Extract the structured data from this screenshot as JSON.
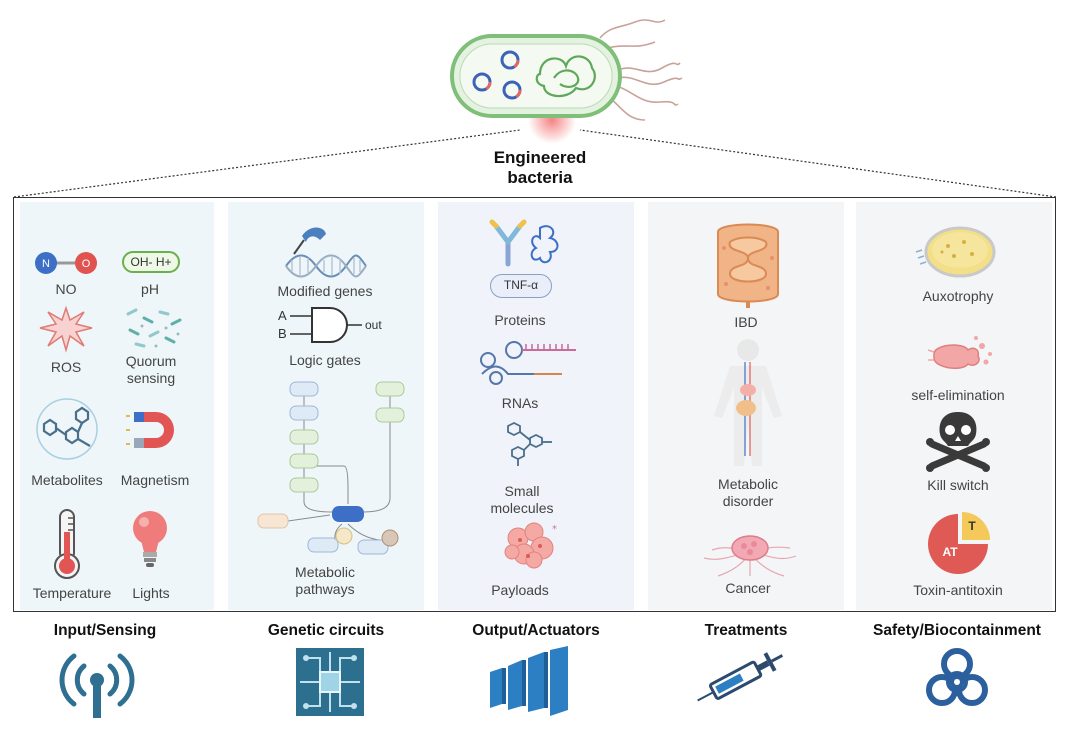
{
  "title_line1": "Engineered",
  "title_line2": "bacteria",
  "sections": [
    {
      "heading": "Input/Sensing",
      "icon": "antenna-icon",
      "items": [
        "NO",
        "pH",
        "ROS",
        "Quorum sensing",
        "Metabolites",
        "Magnetism",
        "Temperature",
        "Lights"
      ]
    },
    {
      "heading": "Genetic circuits",
      "icon": "circuit-chip-icon",
      "items": [
        "Modified genes",
        "Logic gates",
        "Metabolic pathways"
      ]
    },
    {
      "heading": "Output/Actuators",
      "icon": "actuator-bars-icon",
      "items": [
        "Proteins",
        "RNAs",
        "Small molecules",
        "Payloads"
      ]
    },
    {
      "heading": "Treatments",
      "icon": "syringe-icon",
      "items": [
        "IBD",
        "Metabolic disorder",
        "Cancer"
      ]
    },
    {
      "heading": "Safety/Biocontainment",
      "icon": "biohazard-icon",
      "items": [
        "Auxotrophy",
        "self-elimination",
        "Kill switch",
        "Toxin-antitoxin"
      ]
    }
  ],
  "glyph_text": {
    "no_n": "N",
    "no_o": "O",
    "ph_badge": "OH- H+",
    "tnf": "TNF-α",
    "gate_a": "A",
    "gate_b": "B",
    "gate_out": "out",
    "ta_t": "T",
    "ta_at": "AT"
  },
  "colors": {
    "panel_input": "#eef6f9",
    "panel_circuit": "#eef6fa",
    "panel_output": "#f0f3fa",
    "panel_treat": "#f3f5f7",
    "panel_safety": "#f3f5f7",
    "accent_teal": "#2f8fa3",
    "accent_blue": "#2b6fd0",
    "accent_red": "#d9534f"
  }
}
